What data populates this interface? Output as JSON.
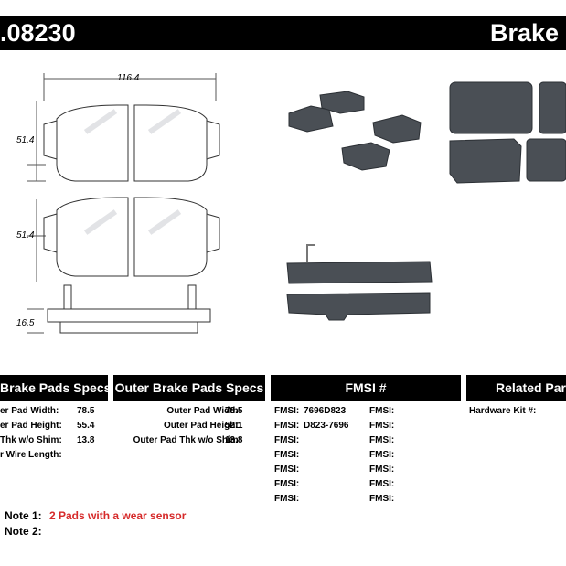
{
  "header": {
    "part_number": ".08230",
    "title": "Brake P"
  },
  "drawing": {
    "width": "116.4",
    "height_top": "51.4",
    "height_mid": "51.4",
    "thickness": "16.5"
  },
  "sections": {
    "inner_title": "Brake Pads Specs",
    "outer_title": "Outer Brake Pads Specs",
    "fmsi_title": "FMSI #",
    "related_title": "Related Par"
  },
  "inner_specs": [
    {
      "label": "er Pad Width:",
      "value": "78.5"
    },
    {
      "label": "er Pad Height:",
      "value": "55.4"
    },
    {
      "label": "Thk w/o Shim:",
      "value": "13.8"
    },
    {
      "label": "r Wire Length:",
      "value": ""
    }
  ],
  "outer_specs": [
    {
      "label": "Outer Pad Width:",
      "value": "78.5"
    },
    {
      "label": "Outer Pad Height:",
      "value": "52.1"
    },
    {
      "label": "Outer Pad Thk w/o Shim:",
      "value": "13.8"
    }
  ],
  "fmsi_rows": [
    {
      "left_label": "FMSI:",
      "left_value": "7696D823",
      "right_label": "FMSI:"
    },
    {
      "left_label": "FMSI:",
      "left_value": "D823-7696",
      "right_label": "FMSI:"
    },
    {
      "left_label": "FMSI:",
      "left_value": "",
      "right_label": "FMSI:"
    },
    {
      "left_label": "FMSI:",
      "left_value": "",
      "right_label": "FMSI:"
    },
    {
      "left_label": "FMSI:",
      "left_value": "",
      "right_label": "FMSI:"
    },
    {
      "left_label": "FMSI:",
      "left_value": "",
      "right_label": "FMSI:"
    },
    {
      "left_label": "FMSI:",
      "left_value": "",
      "right_label": "FMSI:"
    }
  ],
  "related": {
    "hardware_label": "Hardware Kit #:"
  },
  "notes": {
    "note1_label": "Note 1:",
    "note1_text": "2 Pads with a wear sensor",
    "note2_label": "Note 2:"
  },
  "colors": {
    "bar": "#000000",
    "note_red": "#d62a2a",
    "pad_dark": "#4a4f55"
  }
}
